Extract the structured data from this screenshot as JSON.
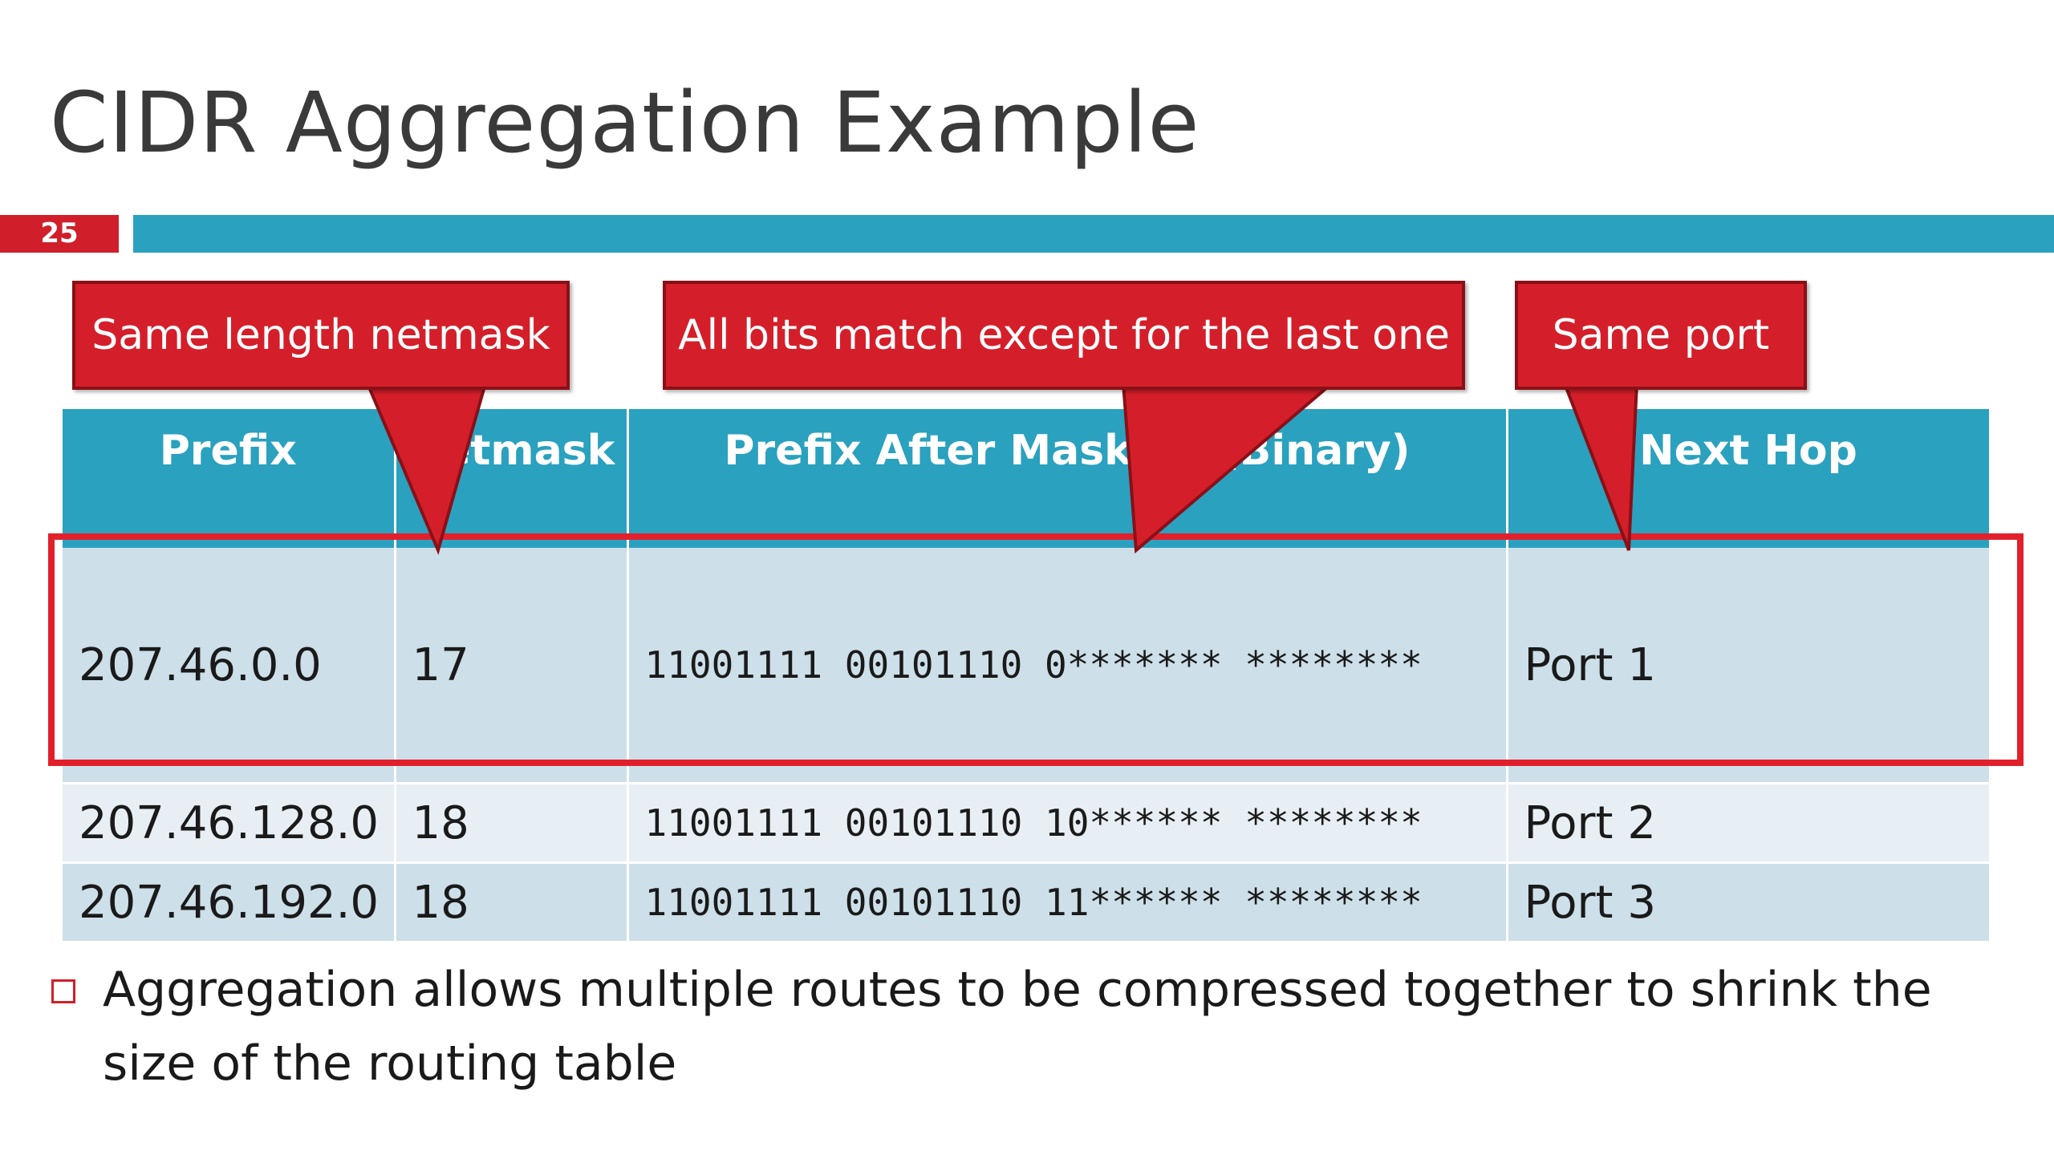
{
  "slide": {
    "title": "CIDR Aggregation Example",
    "number": "25"
  },
  "table": {
    "headers": [
      "Prefix",
      "Netmask",
      "Prefix After Masking (Binary)",
      "Next Hop"
    ],
    "rows": [
      {
        "prefix": "207.46.0.0",
        "netmask": "17",
        "binary": "11001111 00101110 0******* ********",
        "next_hop": "Port 1"
      },
      {
        "prefix": "207.46.128.0",
        "netmask": "18",
        "binary": "11001111 00101110 10****** ********",
        "next_hop": "Port 2"
      },
      {
        "prefix": "207.46.192.0",
        "netmask": "18",
        "binary": "11001111 00101110 11****** ********",
        "next_hop": "Port 3"
      }
    ]
  },
  "callouts": {
    "netmask": "Same length netmask",
    "bits": "All bits match except for the last one",
    "port": "Same port"
  },
  "bullet": {
    "text": "Aggregation allows multiple routes to be compressed together to shrink the size of the routing table"
  },
  "colors": {
    "accent_red": "#d01f2a",
    "header_teal": "#2aa1bf",
    "row_light": "#e8eff4",
    "row_dark": "#cddfe8"
  }
}
